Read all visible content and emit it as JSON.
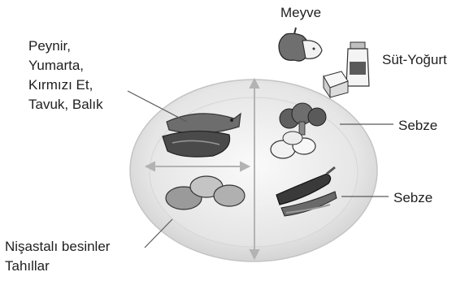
{
  "labels": {
    "fruit": "Meyve",
    "dairy": "Süt-Yoğurt",
    "protein_lines": [
      "Peynir,",
      "Yumarta,",
      "Kırmızı Et,",
      "Tavuk, Balık"
    ],
    "vegetable_top": "Sebze",
    "vegetable_bottom": "Sebze",
    "starch_lines": [
      "Nişastalı besinler",
      "Tahıllar"
    ]
  },
  "icons": {
    "plate": "plate-icon",
    "fruit": "apple-icon",
    "dairy": "milk-bottle-icon",
    "protein": "fish-meat-icon",
    "vegetable_top": "broccoli-icon",
    "vegetable_bottom": "eggplant-icon",
    "starch": "potato-icon"
  },
  "colors": {
    "plate_fill": "#e9e9e9",
    "plate_rim": "#cfcfcf",
    "divider": "#b9b9b9",
    "leader_line": "#5a5a5a"
  }
}
